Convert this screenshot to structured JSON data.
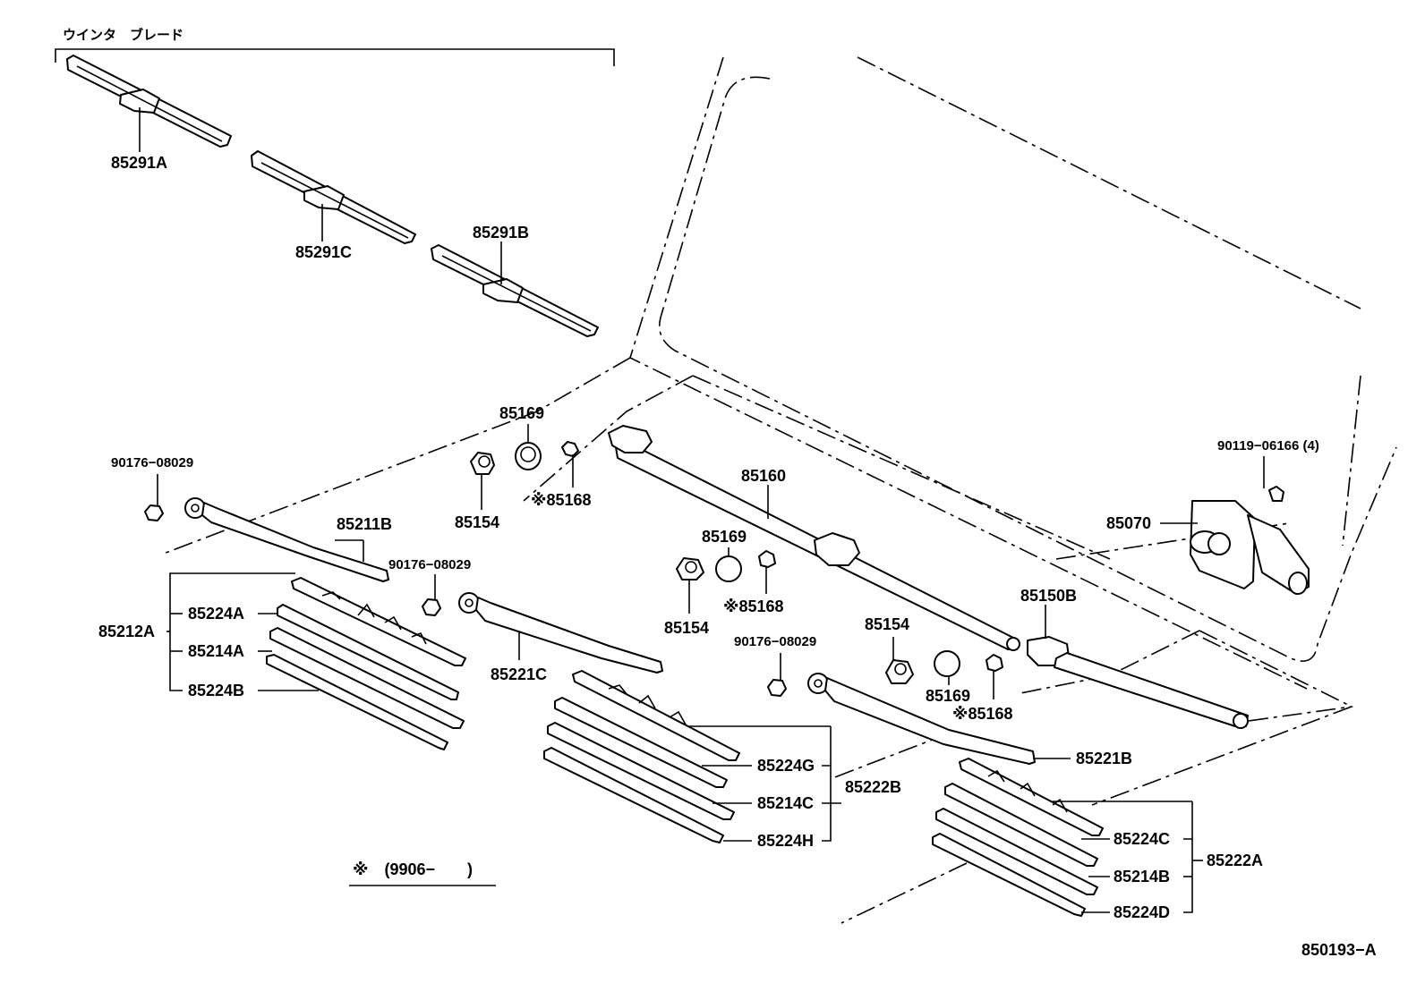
{
  "header": {
    "group_title": "ウインタ　ブレード"
  },
  "parts": {
    "p85291A": "85291A",
    "p85291C": "85291C",
    "p85291B": "85291B",
    "p85169_a": "85169",
    "p90176_a": "90176−08029",
    "p85211B": "85211B",
    "p85154_a": "85154",
    "p85168_a": "※85168",
    "p90176_b": "90176−08029",
    "p85160": "85160",
    "p90119": "90119−06166 (4)",
    "p85070": "85070",
    "p85212A": "85212A",
    "p85224A": "85224A",
    "p85214A": "85214A",
    "p85224B": "85224B",
    "p85169_b": "85169",
    "p85154_b": "85154",
    "p85168_b": "※85168",
    "p85221C": "85221C",
    "p90176_c": "90176−08029",
    "p85154_c": "85154",
    "p85169_c": "85169",
    "p85168_c": "※85168",
    "p85150B": "85150B",
    "p85221B": "85221B",
    "p85224G": "85224G",
    "p85214C": "85214C",
    "p85224H": "85224H",
    "p85222B": "85222B",
    "p85224C": "85224C",
    "p85214B": "85214B",
    "p85224D": "85224D",
    "p85222A": "85222A"
  },
  "footnote": {
    "text": "※　(9906−　　)"
  },
  "figure_id": "850193−A"
}
